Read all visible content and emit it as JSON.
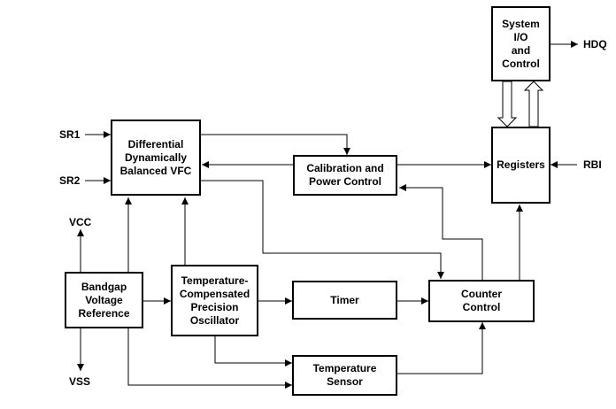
{
  "blocks": {
    "vfc": "Differential\nDynamically\nBalanced VFC",
    "cal": "Calibration and\nPower Control",
    "sysio": "System\nI/O\nand\nControl",
    "registers": "Registers",
    "bandgap": "Bandgap\nVoltage\nReference",
    "tcpo": "Temperature-\nCompensated\nPrecision\nOscillator",
    "timer": "Timer",
    "counter": "Counter\nControl",
    "tempsensor": "Temperature\nSensor"
  },
  "pins": {
    "sr1": "SR1",
    "sr2": "SR2",
    "vcc": "VCC",
    "vss": "VSS",
    "hdq": "HDQ",
    "rbi": "RBI"
  }
}
